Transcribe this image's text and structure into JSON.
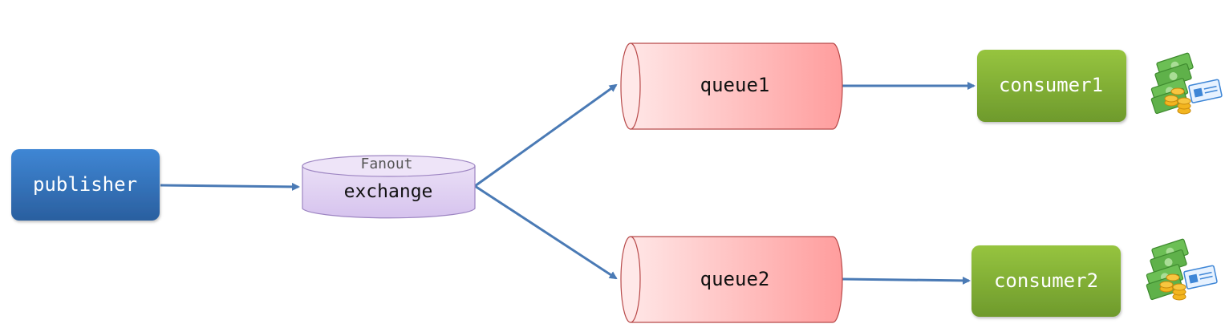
{
  "publisher": {
    "label": "publisher"
  },
  "exchange": {
    "type_label": "Fanout",
    "label": "exchange"
  },
  "queues": [
    {
      "label": "queue1"
    },
    {
      "label": "queue2"
    }
  ],
  "consumers": [
    {
      "label": "consumer1",
      "icon": "money-icon"
    },
    {
      "label": "consumer2",
      "icon": "money-icon"
    }
  ],
  "colors": {
    "publisher": "#2f6db5",
    "exchange_fill": "#e3d5f3",
    "exchange_stroke": "#9d85c2",
    "queue_fill_start": "#ffe4e4",
    "queue_fill_end": "#ff9e9e",
    "queue_stroke": "#b84a4a",
    "consumer": "#7fae36",
    "arrow": "#4a7ab5",
    "money_green": "#5fb14a",
    "coin_gold": "#f3b51f"
  }
}
